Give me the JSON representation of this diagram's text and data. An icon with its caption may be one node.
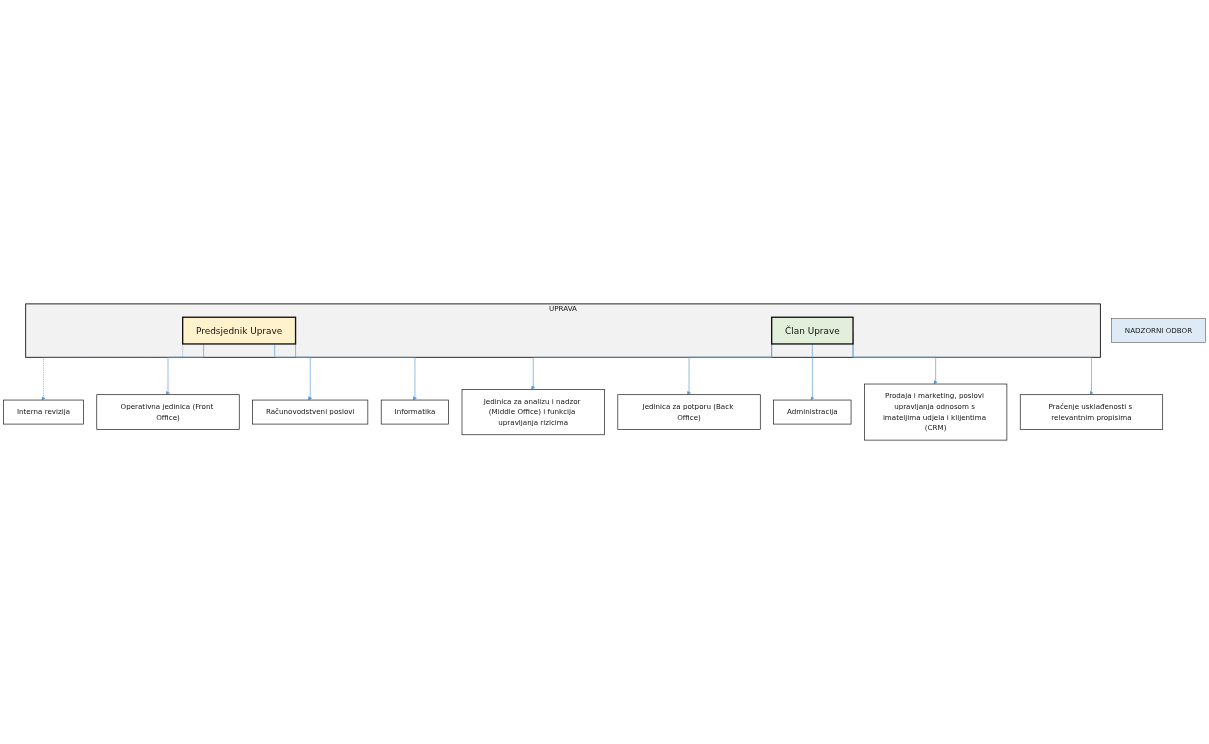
{
  "diagram": {
    "nodes": [
      {
        "text": [
          "NADZORNI ODBOR"
        ]
      },
      {
        "text": [
          "UPRAVA"
        ]
      },
      {
        "text": [
          "Predsjednik Uprave"
        ],
        "in": 1
      },
      {
        "text": [
          "Član Uprave"
        ],
        "in": 1
      },
      {
        "text": [
          "Interna revizija"
        ]
      },
      {
        "text": [
          "Operativna jedinica (Front Office)"
        ]
      },
      {
        "text": [
          "Računovodstveni poslovi"
        ]
      },
      {
        "text": [
          "Informatika"
        ]
      },
      {
        "text": [
          "Jedinica za analizu i nadzor (Middle Office) i funkcija upravljanja rizicima"
        ]
      },
      {
        "text": [
          "Jedinica za potporu (Back Office)"
        ]
      },
      {
        "text": [
          "Administracija"
        ]
      },
      {
        "text": [
          "Prodaja i marketing, poslovi upravljanja odnosom s imateljima udjela i klijentima (CRM)"
        ]
      },
      {
        "text": [
          "Praćenje usklađenosti s relevantnim propisima"
        ]
      }
    ],
    "edges": [
      {
        "from": 2,
        "to": 4,
        "arrow": "to",
        "style": "dashed"
      },
      {
        "from": 2,
        "to": 5,
        "arrow": "to"
      },
      {
        "from": 2,
        "to": 6,
        "arrow": "to"
      },
      {
        "from": 2,
        "to": 7,
        "arrow": "to"
      },
      {
        "from": 3,
        "to": 8,
        "arrow": "to"
      },
      {
        "from": 3,
        "to": 9,
        "arrow": "to"
      },
      {
        "from": 3,
        "to": 10,
        "arrow": "to"
      },
      {
        "from": 3,
        "to": 11,
        "arrow": "to"
      },
      {
        "from": 3,
        "to": 12,
        "arrow": "to"
      }
    ]
  }
}
